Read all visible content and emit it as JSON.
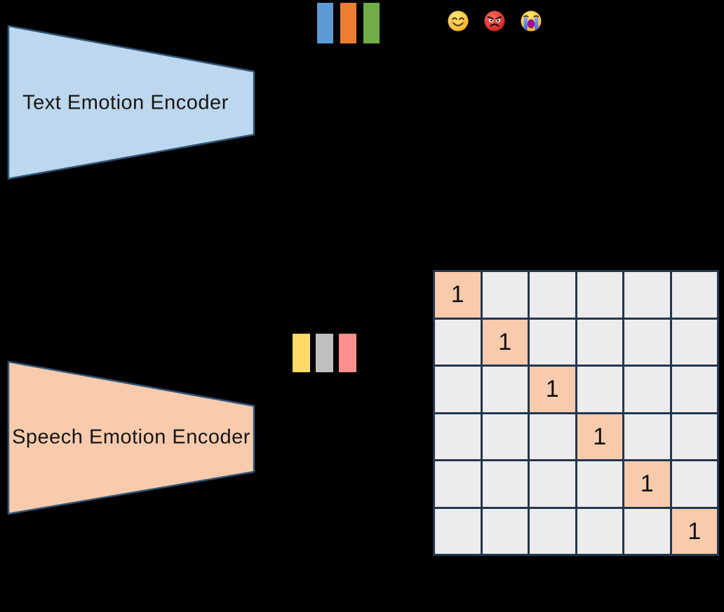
{
  "background_color": "#000000",
  "encoders": {
    "text": {
      "label": "Text Emotion Encoder",
      "fill": "#BDD7EE",
      "border": "#2F5577"
    },
    "speech": {
      "label": "Speech Emotion Encoder",
      "fill": "#F8CBAD",
      "border": "#2F5577"
    }
  },
  "text_embedding_bars": [
    {
      "name": "blue-bar",
      "color": "#5B9BD5"
    },
    {
      "name": "orange-bar",
      "color": "#ED7D31"
    },
    {
      "name": "green-bar",
      "color": "#70AD47"
    }
  ],
  "speech_embedding_bars": [
    {
      "name": "yellow-bar",
      "color": "#FFD966"
    },
    {
      "name": "gray-bar",
      "color": "#BFBFBF"
    },
    {
      "name": "salmon-bar",
      "color": "#FF8F8F"
    }
  ],
  "emotion_emojis": [
    {
      "name": "smiling-face",
      "glyph": "😊"
    },
    {
      "name": "enraged-face",
      "glyph": "😡"
    },
    {
      "name": "loudly-crying-face",
      "glyph": "😭"
    }
  ],
  "similarity_matrix": {
    "rows": 6,
    "cols": 6,
    "diagonal_label": "1",
    "values": [
      [
        "1",
        "",
        "",
        "",
        "",
        ""
      ],
      [
        "",
        "1",
        "",
        "",
        "",
        ""
      ],
      [
        "",
        "",
        "1",
        "",
        "",
        ""
      ],
      [
        "",
        "",
        "",
        "1",
        "",
        ""
      ],
      [
        "",
        "",
        "",
        "",
        "1",
        ""
      ],
      [
        "",
        "",
        "",
        "",
        "",
        "1"
      ]
    ],
    "cell_fill": "#ECECEC",
    "diagonal_fill": "#F8CBAD",
    "grid_line_color": "#22364E"
  }
}
